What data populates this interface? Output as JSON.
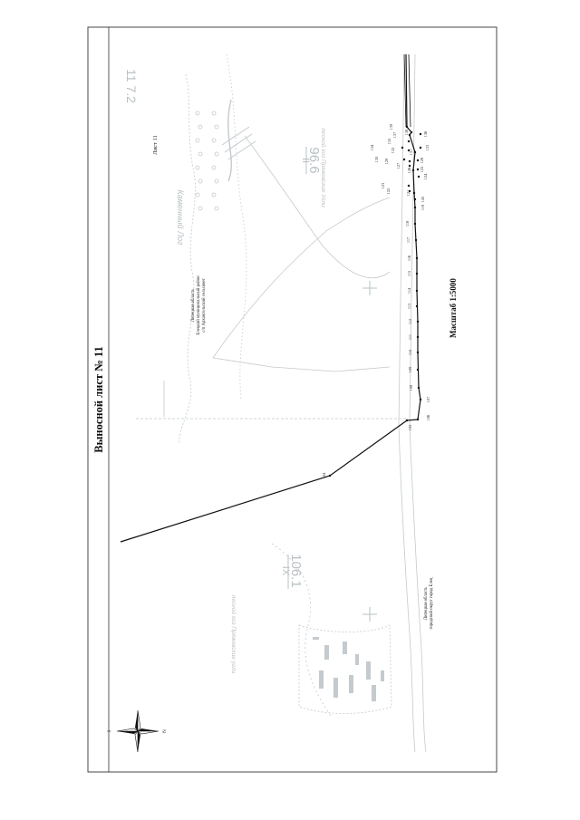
{
  "sheet": {
    "title": "Выносной лист № 11",
    "sheet_label": "Лист 11",
    "scale_label": "Масштаб 1:5000"
  },
  "regions": {
    "north": [
      "Липецкая область",
      "Елецкий муниципальный район",
      "с/п Архангельский сельсовет"
    ],
    "south": [
      "Липецкая область",
      "городской округ город Елец"
    ]
  },
  "topo_labels": {
    "quarter_top": "II",
    "area_top": "96.6",
    "quarter_bottom": "IX",
    "area_bottom": "106.1",
    "ridge_code": "11 7.2",
    "village_name": "Каменный Лог",
    "forest_top": "лесной хоз Пряжевские Угли",
    "forest_bottom": "лесной хоз Пряжевские угли"
  },
  "compass": {
    "north_letter": "N",
    "south_letter": "S"
  },
  "route_points": [
    {
      "id": "104"
    },
    {
      "id": "105"
    },
    {
      "id": "106"
    },
    {
      "id": "107"
    },
    {
      "id": "108"
    },
    {
      "id": "109"
    },
    {
      "id": "110"
    },
    {
      "id": "111"
    },
    {
      "id": "112"
    },
    {
      "id": "113"
    },
    {
      "id": "114"
    },
    {
      "id": "115"
    },
    {
      "id": "116"
    },
    {
      "id": "117"
    },
    {
      "id": "118"
    },
    {
      "id": "119"
    },
    {
      "id": "120"
    },
    {
      "id": "121"
    },
    {
      "id": "122"
    },
    {
      "id": "123"
    },
    {
      "id": "124"
    },
    {
      "id": "125"
    },
    {
      "id": "126"
    },
    {
      "id": "127"
    },
    {
      "id": "128"
    },
    {
      "id": "129"
    },
    {
      "id": "130"
    },
    {
      "id": "131"
    },
    {
      "id": "132"
    },
    {
      "id": "133"
    },
    {
      "id": "134"
    },
    {
      "id": "135"
    },
    {
      "id": "136"
    },
    {
      "id": "137"
    },
    {
      "id": "138"
    },
    {
      "id": "139"
    }
  ],
  "colors": {
    "route": "#111111",
    "topo": "#b9c0c4",
    "frame": "#333333"
  }
}
